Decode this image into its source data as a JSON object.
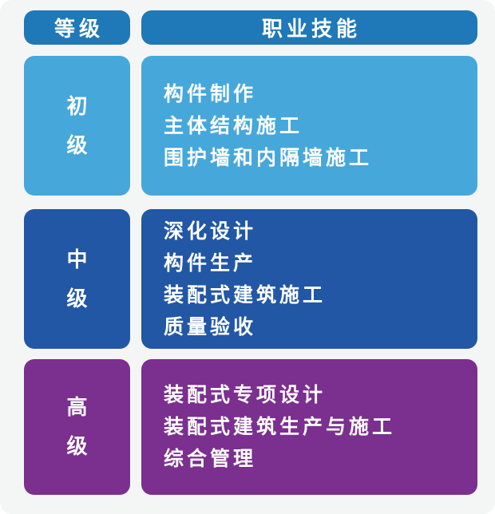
{
  "colors": {
    "page_bg": "#f4f6f6",
    "header_blue": "#1f78b8",
    "elementary_blue": "#46a7db",
    "intermediate_blue": "#2257a5",
    "advanced_purple": "#7b2f8f",
    "text": "#ffffff"
  },
  "header": {
    "level_label": "等级",
    "skills_label": "职业技能"
  },
  "rows": [
    {
      "level": "初级",
      "level_chars": [
        "初",
        "级"
      ],
      "skills": [
        "构件制作",
        "主体结构施工",
        "围护墙和内隔墙施工"
      ]
    },
    {
      "level": "中级",
      "level_chars": [
        "中",
        "级"
      ],
      "skills": [
        "深化设计",
        "构件生产",
        "装配式建筑施工",
        "质量验收"
      ]
    },
    {
      "level": "高级",
      "level_chars": [
        "高",
        "级"
      ],
      "skills": [
        "装配式专项设计",
        "装配式建筑生产与施工",
        "综合管理"
      ]
    }
  ]
}
